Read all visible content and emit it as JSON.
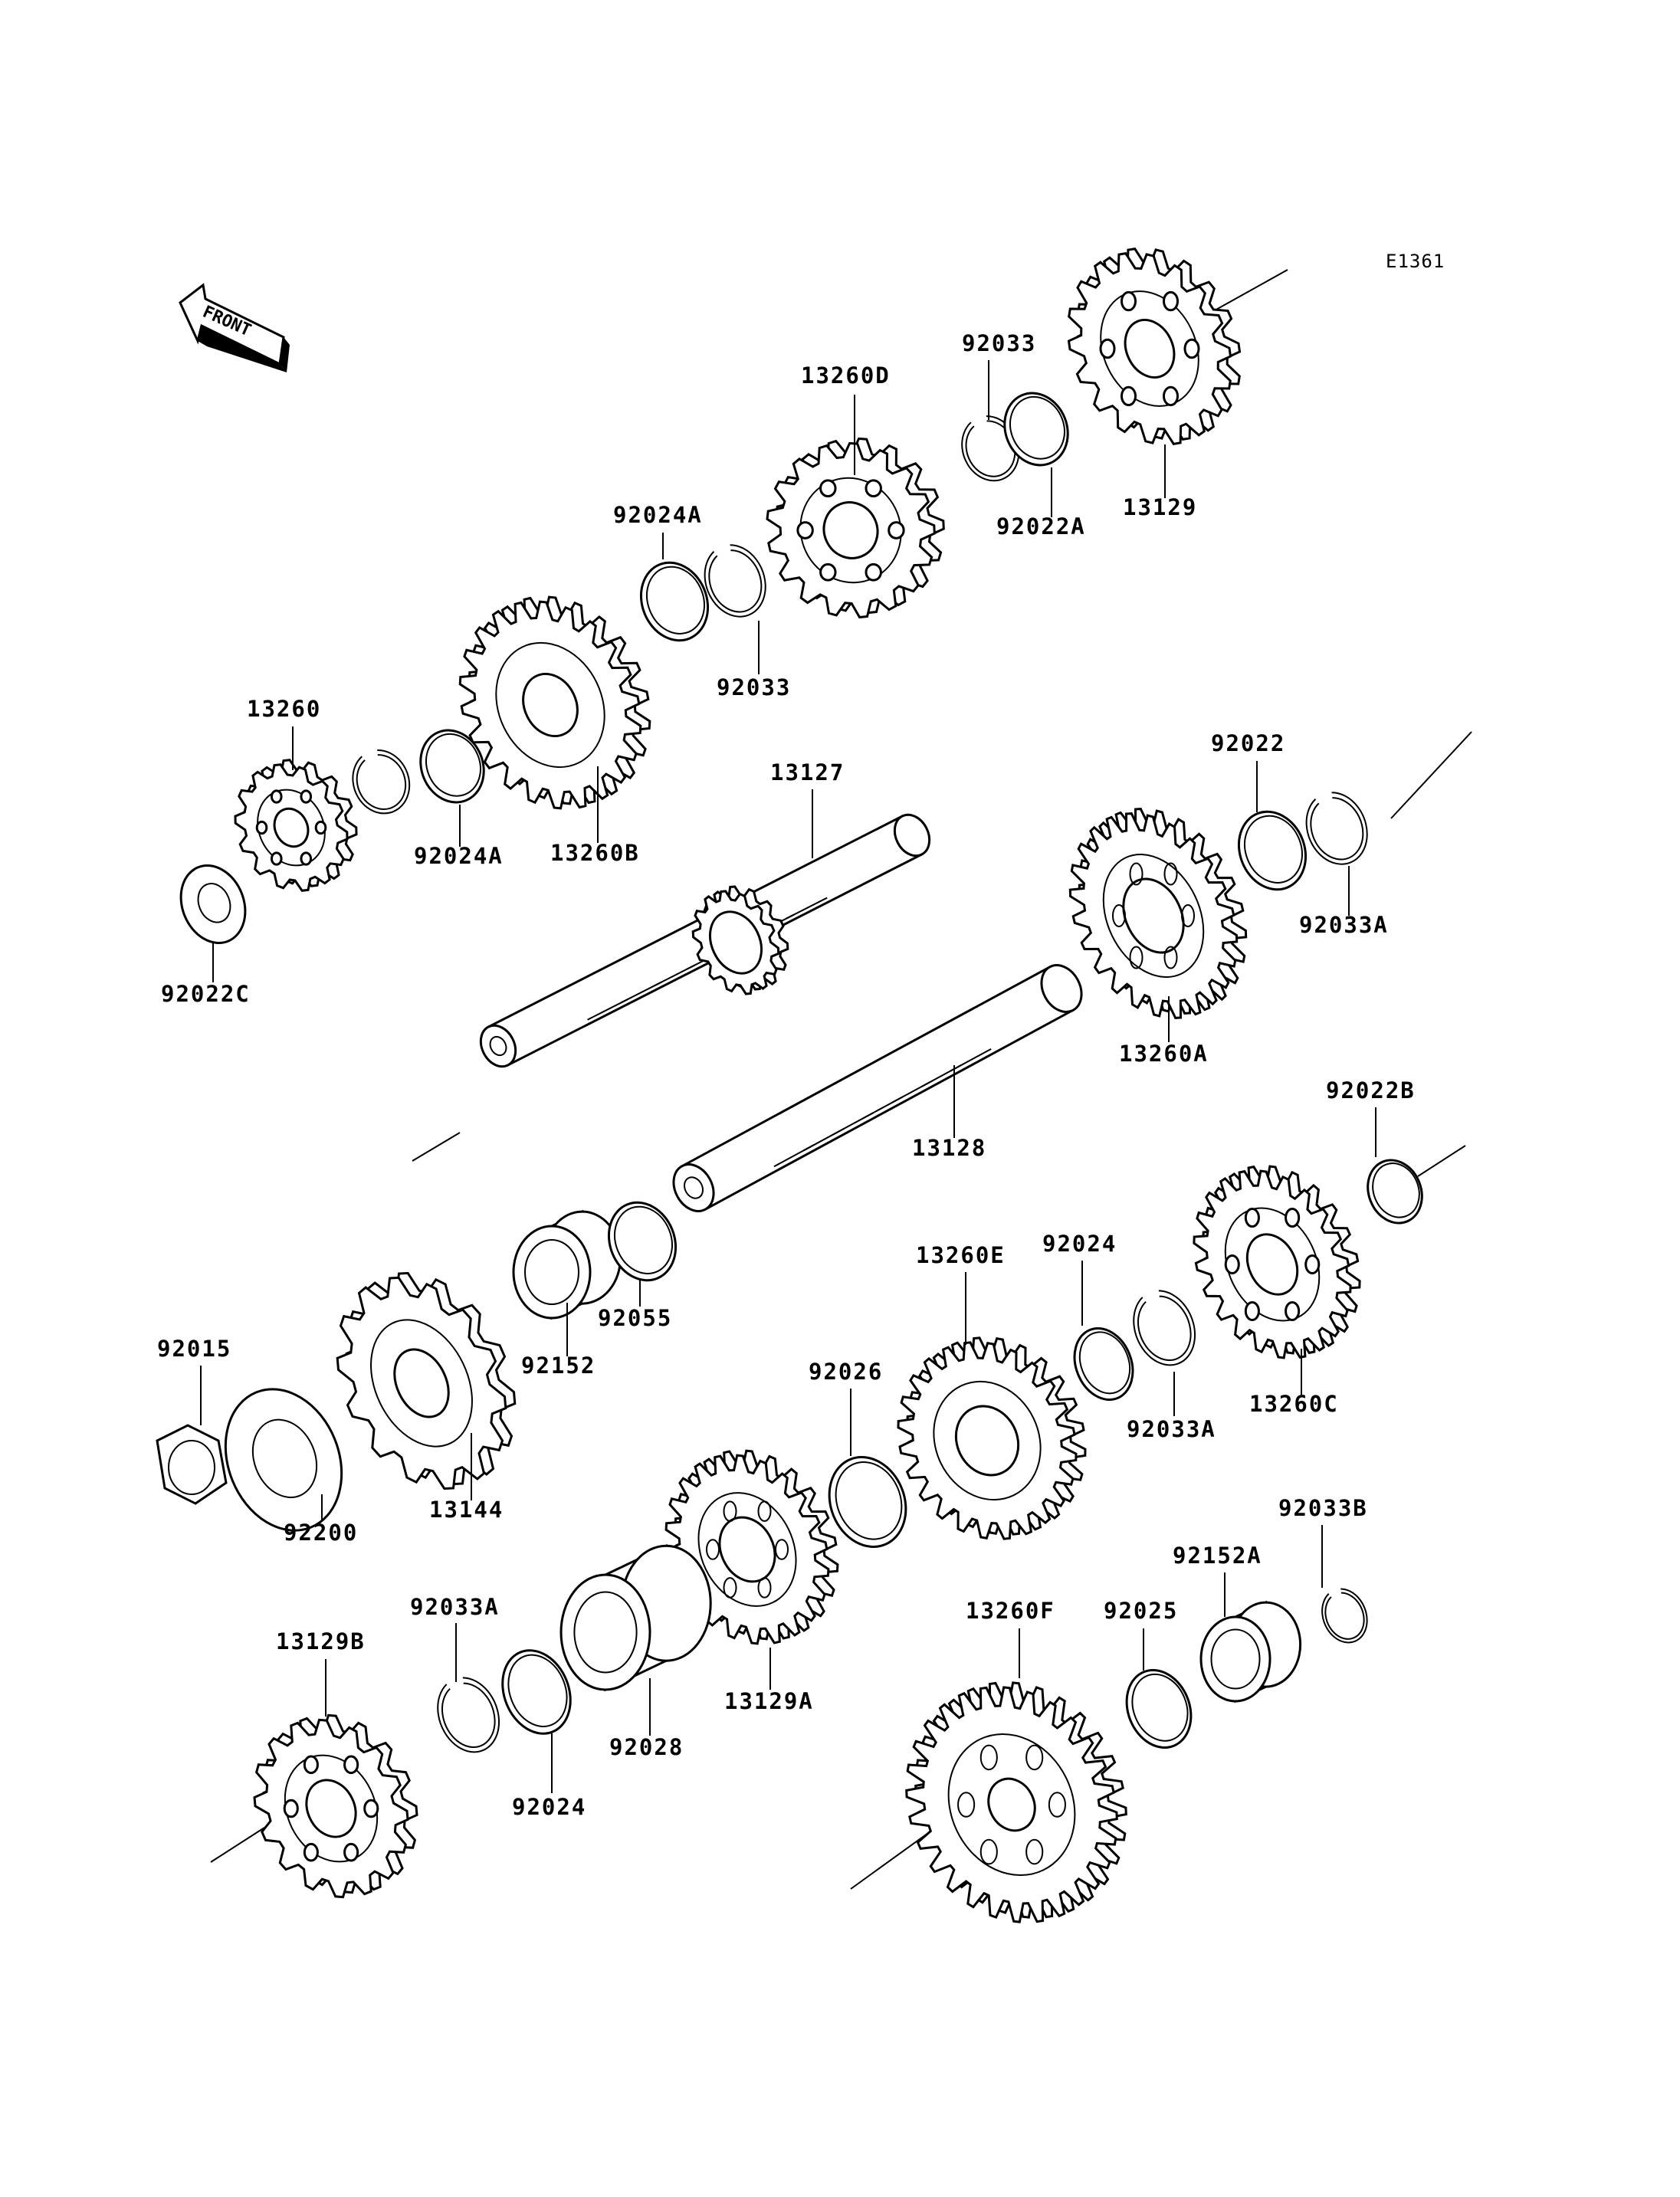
{
  "diagram": {
    "ref_code": "E1361",
    "front_label": "FRONT",
    "parts": [
      {
        "id": "13260D",
        "label": "13260D"
      },
      {
        "id": "92033",
        "label": "92033"
      },
      {
        "id": "92024A",
        "label": "92024A"
      },
      {
        "id": "92022A",
        "label": "92022A"
      },
      {
        "id": "13129",
        "label": "13129"
      },
      {
        "id": "13260",
        "label": "13260"
      },
      {
        "id": "13260B",
        "label": "13260B"
      },
      {
        "id": "92022C",
        "label": "92022C"
      },
      {
        "id": "13127",
        "label": "13127"
      },
      {
        "id": "92022",
        "label": "92022"
      },
      {
        "id": "92033A",
        "label": "92033A"
      },
      {
        "id": "13260A",
        "label": "13260A"
      },
      {
        "id": "92022B",
        "label": "92022B"
      },
      {
        "id": "13128",
        "label": "13128"
      },
      {
        "id": "92015",
        "label": "92015"
      },
      {
        "id": "92200",
        "label": "92200"
      },
      {
        "id": "13144",
        "label": "13144"
      },
      {
        "id": "92152",
        "label": "92152"
      },
      {
        "id": "92055",
        "label": "92055"
      },
      {
        "id": "13260E",
        "label": "13260E"
      },
      {
        "id": "92024",
        "label": "92024"
      },
      {
        "id": "92026",
        "label": "92026"
      },
      {
        "id": "13260C",
        "label": "13260C"
      },
      {
        "id": "92033B",
        "label": "92033B"
      },
      {
        "id": "92152A",
        "label": "92152A"
      },
      {
        "id": "13260F",
        "label": "13260F"
      },
      {
        "id": "92025",
        "label": "92025"
      },
      {
        "id": "13129A",
        "label": "13129A"
      },
      {
        "id": "92028",
        "label": "92028"
      },
      {
        "id": "13129B",
        "label": "13129B"
      }
    ]
  }
}
